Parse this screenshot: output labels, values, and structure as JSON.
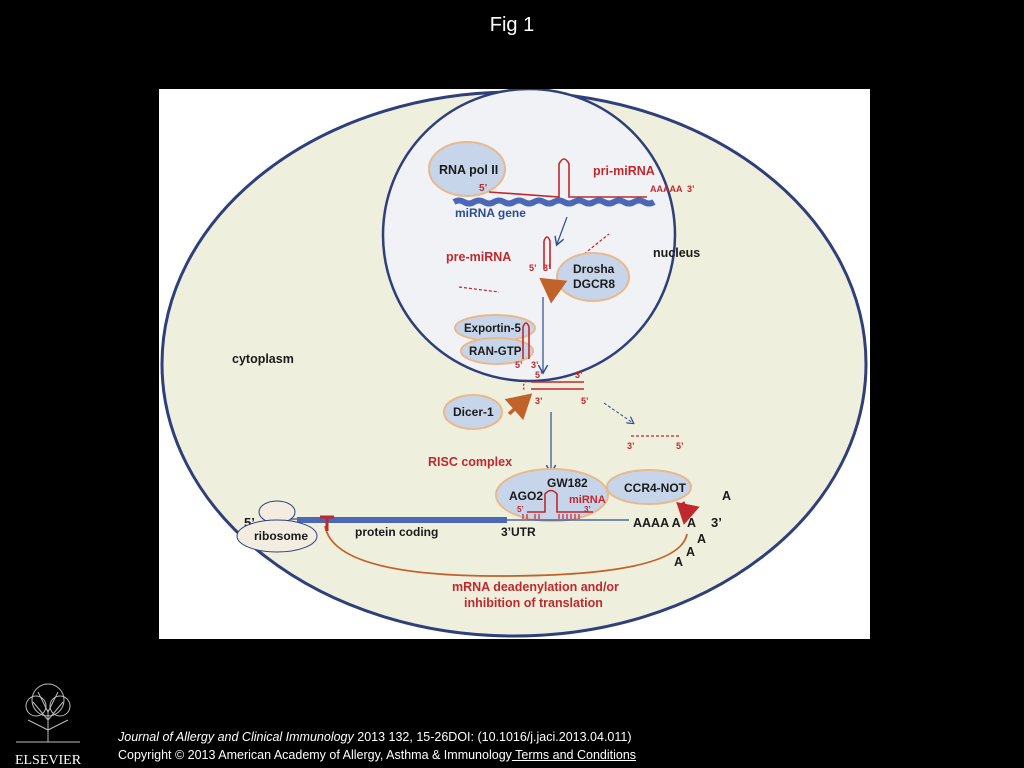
{
  "page": {
    "title": "Fig 1"
  },
  "diagram": {
    "labels": {
      "rna_pol": "RNA pol II",
      "pri_mirna": "pri-miRNA",
      "five_prime": "5’",
      "three_prime": "3’",
      "poly_a": "AAAAA",
      "mirna_gene": "miRNA gene",
      "nucleus": "nucleus",
      "pre_mirna": "pre-miRNA",
      "drosha": "Drosha",
      "dgcr8": "DGCR8",
      "exportin": "Exportin-5",
      "ran_gtp": "RAN-GTP",
      "cytoplasm": "cytoplasm",
      "dicer": "Dicer-1",
      "risc": "RISC complex",
      "gw182": "GW182",
      "ago2": "AGO2",
      "mirna": "miRNA",
      "ccr4": "CCR4-NOT",
      "ribosome": "ribosome",
      "protein_coding": "protein coding",
      "utr": "3’UTR",
      "aaaa_a": "AAAA A",
      "a": "A",
      "deadenylation_line1": "mRNA deadenylation and/or",
      "deadenylation_line2": "inhibition of  translation"
    },
    "colors": {
      "red": "#c0282d",
      "blue_dark": "#2e4d8f",
      "blue_strand": "#4a68b5",
      "orange": "#c0622a",
      "cytoplasm_fill": "#eeefdc",
      "nucleus_fill": "#f1f2f6",
      "bubble_fill": "#c7d5ea",
      "bubble_stroke": "#e8b98c"
    }
  },
  "footer": {
    "logo_text": "ELSEVIER",
    "journal": "Journal of Allergy and Clinical Immunology",
    "citation": " 2013 132, 15-26DOI: (10.1016/j.jaci.2013.04.011)",
    "copyright": "Copyright © 2013 American Academy of Allergy, Asthma & Immunology",
    "terms": " Terms and Conditions"
  }
}
